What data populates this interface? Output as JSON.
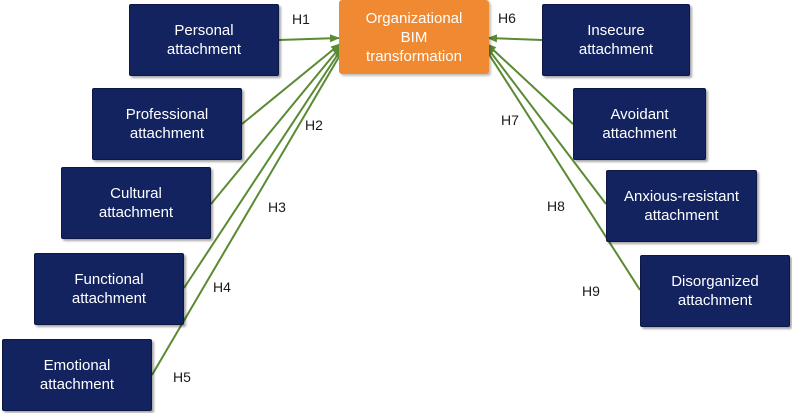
{
  "diagram": {
    "target": {
      "label": "Organizational\nBIM\ntransformation"
    },
    "nodes": [
      {
        "id": "personal",
        "label": "Personal\nattachment"
      },
      {
        "id": "professional",
        "label": "Professional\nattachment"
      },
      {
        "id": "cultural",
        "label": "Cultural\nattachment"
      },
      {
        "id": "functional",
        "label": "Functional\nattachment"
      },
      {
        "id": "emotional",
        "label": "Emotional\nattachment"
      },
      {
        "id": "insecure",
        "label": "Insecure\nattachment"
      },
      {
        "id": "avoidant",
        "label": "Avoidant\nattachment"
      },
      {
        "id": "anxious",
        "label": "Anxious-resistant\nattachment"
      },
      {
        "id": "disorganized",
        "label": "Disorganized\nattachment"
      }
    ],
    "hypotheses": [
      "H1",
      "H2",
      "H3",
      "H4",
      "H5",
      "H6",
      "H7",
      "H8",
      "H9"
    ],
    "colors": {
      "node": "#132360",
      "target": "#f08a32",
      "edge": "#5a8a32"
    }
  }
}
